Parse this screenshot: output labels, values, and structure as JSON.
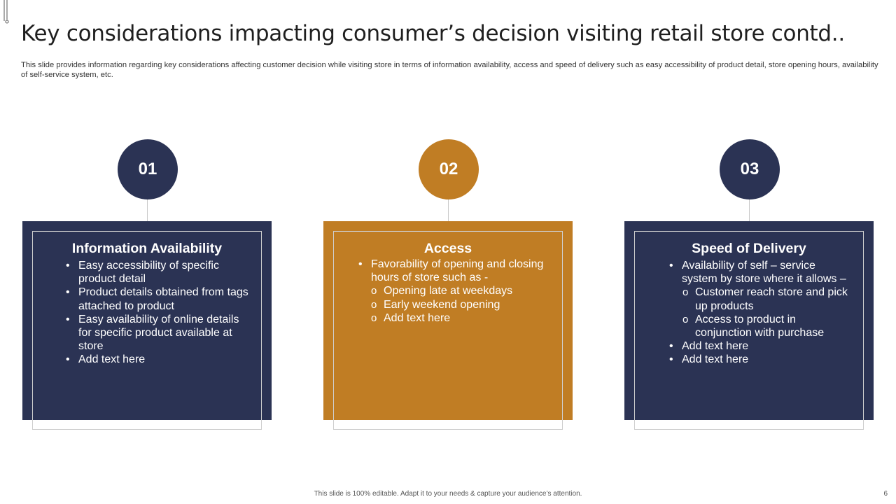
{
  "slide": {
    "title": "Key considerations impacting consumer’s decision visiting retail store contd..",
    "description": "This slide provides information regarding key considerations affecting customer decision while visiting store in terms of information availability, access and speed of delivery such as easy accessibility of product detail, store opening hours, availability of self-service system, etc."
  },
  "items": [
    {
      "number": "01",
      "title": "Information Availability",
      "points": [
        "Easy accessibility of specific product detail",
        "Product details obtained from tags attached to product",
        "Easy availability of online details for specific product available at store",
        "Add text here"
      ]
    },
    {
      "number": "02",
      "title": "Access",
      "points": [
        "Favorability of opening and closing hours of store such as -",
        "Opening late at weekdays",
        "Early weekend opening",
        "Add text here"
      ]
    },
    {
      "number": "03",
      "title": "Speed of Delivery",
      "points": [
        "Availability of self – service system by store where it allows –",
        "Customer reach store and pick up products",
        "Access to product in conjunction with purchase",
        "Add text here",
        "Add text here"
      ]
    }
  ],
  "colors": {
    "navy": "#2b3354",
    "gold": "#c07d24"
  },
  "footer": {
    "note": "This slide is 100% editable. Adapt it to your needs & capture your audience’s attention.",
    "page_number": "6"
  }
}
